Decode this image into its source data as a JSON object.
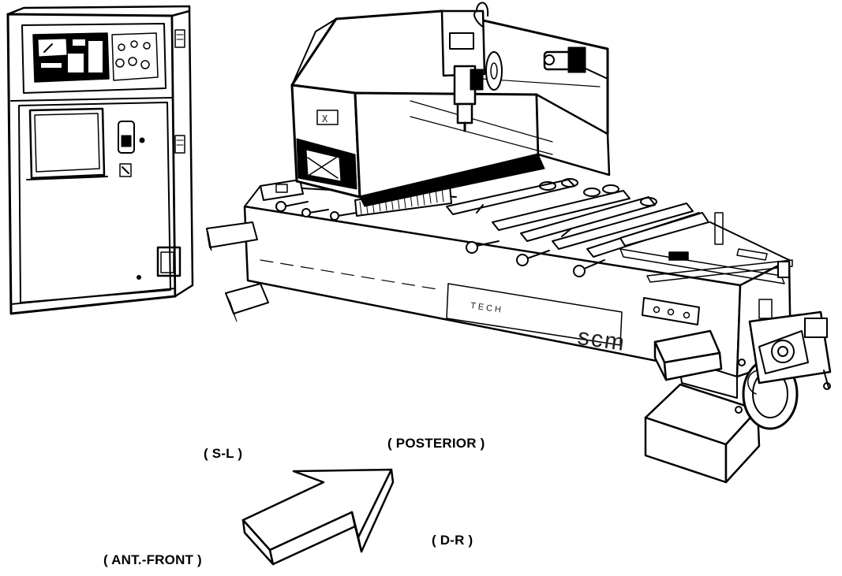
{
  "labels": {
    "sx": "( S-L )",
    "posterior": "( POSTERIOR )",
    "dr": "( D-R )",
    "front": "( ANT.-FRONT )"
  },
  "machine": {
    "brand_series": "TECH",
    "brand_name": "scm",
    "head_mark": "X"
  },
  "colors": {
    "ink": "#000000",
    "paper": "#ffffff"
  }
}
